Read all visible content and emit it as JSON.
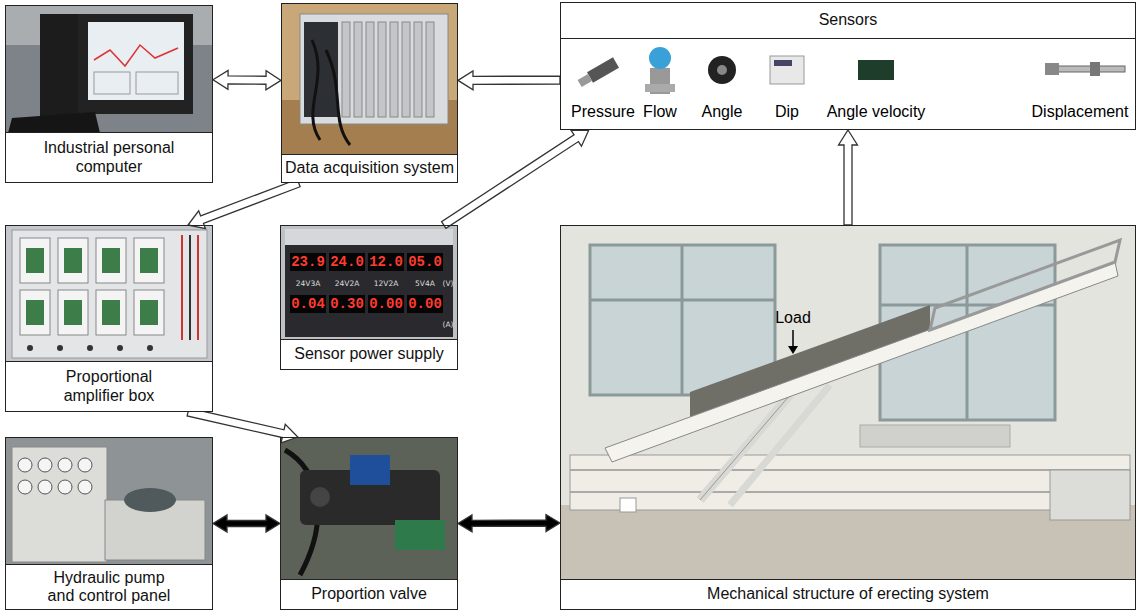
{
  "diagram": {
    "nodes": [
      {
        "text": [
          "Industrial personal computer"
        ]
      },
      {
        "text": [
          "Data acquisition system"
        ]
      },
      {
        "text": [
          "Sensors"
        ]
      },
      {
        "text": [
          "Proportional amplifier box"
        ]
      },
      {
        "text": [
          "Sensor power supply"
        ]
      },
      {
        "text": [
          "Mechanical structure of erecting system"
        ]
      },
      {
        "text": [
          "Hydraulic pump and control panel"
        ]
      },
      {
        "text": [
          "Proportion valve"
        ]
      }
    ],
    "edges": [
      {
        "from": 0,
        "to": 1,
        "arrow": "both"
      },
      {
        "from": 2,
        "to": 1,
        "arrow": "to"
      },
      {
        "from": 1,
        "to": 3,
        "arrow": "to"
      },
      {
        "from": 4,
        "to": 2,
        "arrow": "to"
      },
      {
        "from": 5,
        "to": 2,
        "arrow": "to"
      },
      {
        "from": 3,
        "to": 7,
        "arrow": "to"
      },
      {
        "from": 6,
        "to": 7,
        "arrow": "both"
      },
      {
        "from": 7,
        "to": 5,
        "arrow": "both"
      }
    ],
    "labels": [
      "Pressure",
      "Flow",
      "Angle",
      "Dip",
      "Angle velocity",
      "Displacement",
      "Load",
      "23.9",
      "24.0",
      "12.0",
      "05.0",
      "24V3A",
      "24V2A",
      "12V2A",
      "5V4A",
      "(V)",
      "0.04",
      "0.30",
      "0.00",
      "0.00",
      "(A)"
    ]
  }
}
